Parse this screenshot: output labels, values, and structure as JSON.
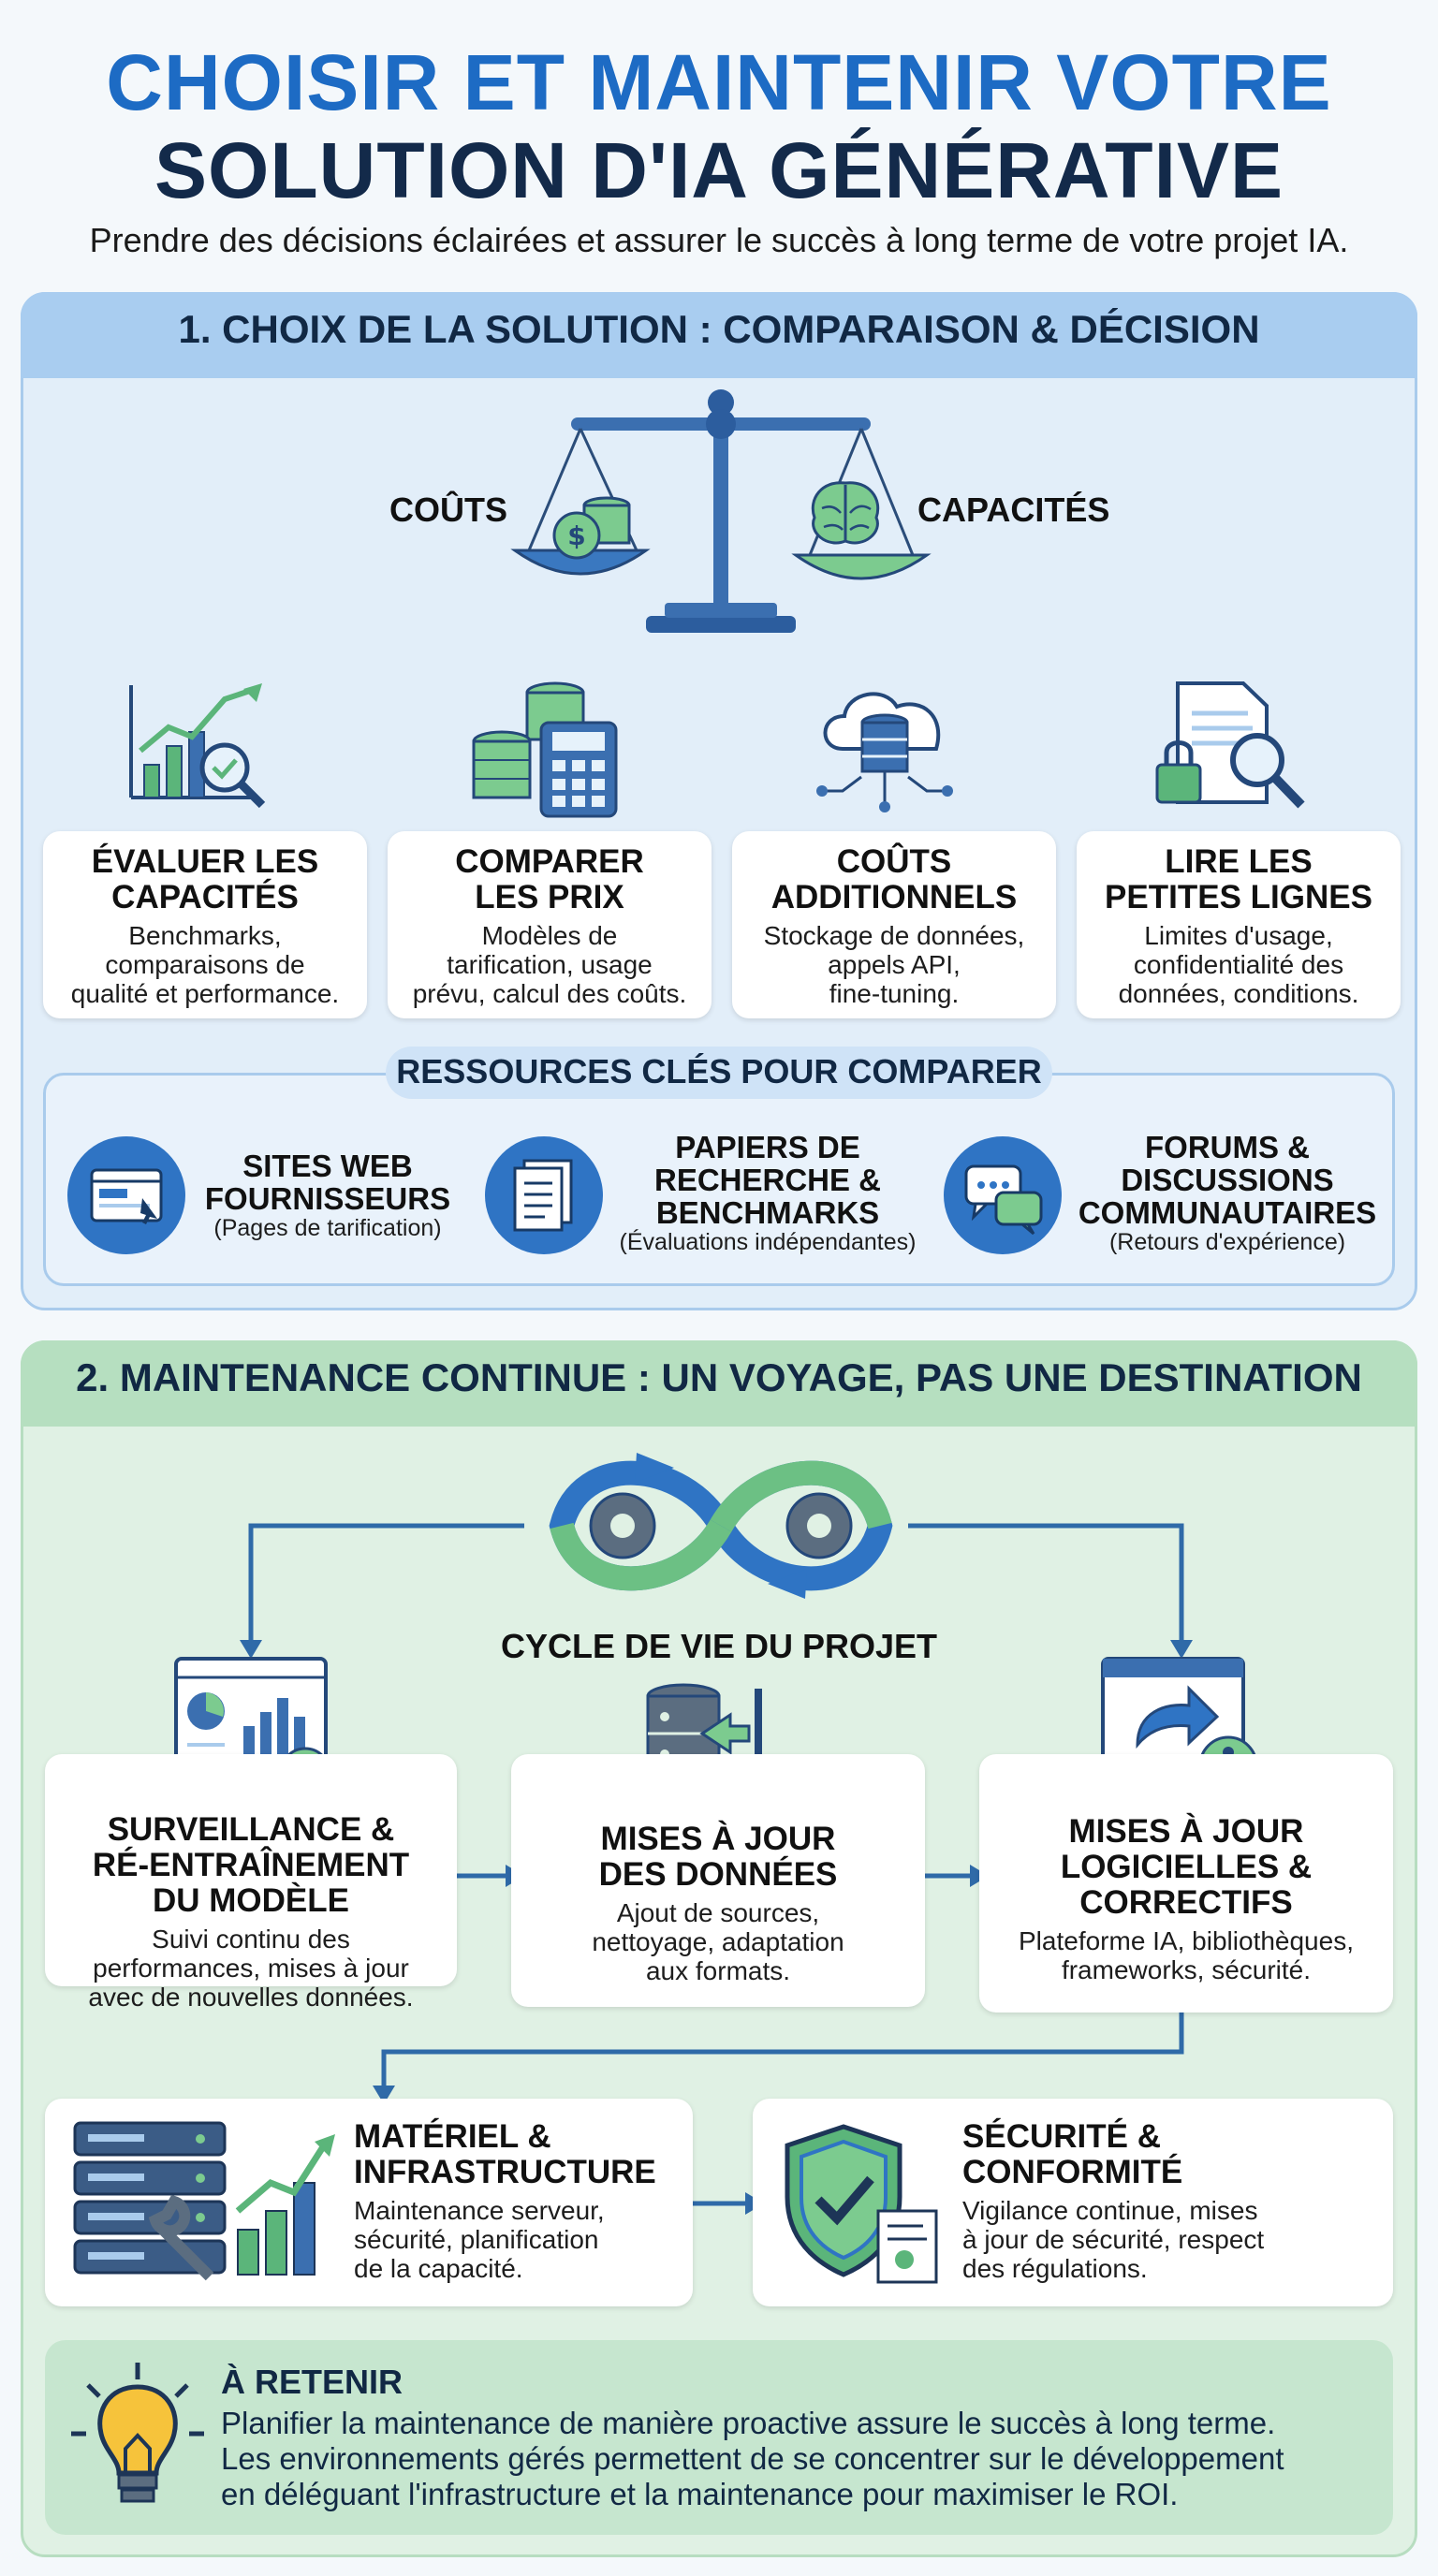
{
  "header": {
    "title_line1": "CHOISIR ET MAINTENIR VOTRE",
    "title_line2": "SOLUTION D'IA GÉNÉRATIVE",
    "subtitle": "Prendre des décisions éclairées et assurer le succès à long terme de votre projet IA."
  },
  "section1": {
    "title": "1. CHOIX DE LA SOLUTION : COMPARAISON & DÉCISION",
    "scale": {
      "left_label": "COÛTS",
      "right_label": "CAPACITÉS"
    },
    "cards": [
      {
        "title": "ÉVALUER LES\nCAPACITÉS",
        "desc": "Benchmarks,\ncomparaisons de\nqualité et performance."
      },
      {
        "title": "COMPARER\nLES PRIX",
        "desc": "Modèles de\ntarification, usage\nprévu, calcul des coûts."
      },
      {
        "title": "COÛTS\nADDITIONNELS",
        "desc": "Stockage de données,\nappels API,\nfine-tuning."
      },
      {
        "title": "LIRE LES\nPETITES LIGNES",
        "desc": "Limites d'usage,\nconfidentialité des\ndonnées, conditions."
      }
    ],
    "resources": {
      "title": "RESSOURCES CLÉS POUR COMPARER",
      "items": [
        {
          "title": "SITES WEB\nFOURNISSEURS",
          "sub": "(Pages de tarification)"
        },
        {
          "title": "PAPIERS DE\nRECHERCHE &\nBENCHMARKS",
          "sub": "(Évaluations indépendantes)"
        },
        {
          "title": "FORUMS &\nDISCUSSIONS\nCOMMUNAUTAIRES",
          "sub": "(Retours d'expérience)"
        }
      ]
    }
  },
  "section2": {
    "title": "2. MAINTENANCE CONTINUE : UN VOYAGE, PAS UNE DESTINATION",
    "cycle_label": "CYCLE DE VIE DU PROJET",
    "cards": [
      {
        "title": "SURVEILLANCE &\nRÉ-ENTRAÎNEMENT\nDU MODÈLE",
        "desc": "Suivi continu des\nperformances, mises à jour\navec de nouvelles données."
      },
      {
        "title": "MISES À JOUR\nDES DONNÉES",
        "desc": "Ajout de sources,\nnettoyage, adaptation\naux formats."
      },
      {
        "title": "MISES À JOUR\nLOGICIELLES &\nCORRECTIFS",
        "desc": "Plateforme IA, bibliothèques,\nframeworks, sécurité."
      },
      {
        "title": "MATÉRIEL &\nINFRASTRUCTURE",
        "desc": "Maintenance serveur,\nsécurité, planification\nde la capacité."
      },
      {
        "title": "SÉCURITÉ &\nCONFORMITÉ",
        "desc": "Vigilance continue, mises\nà jour de sécurité, respect\ndes régulations."
      }
    ],
    "takeaway": {
      "title": "À RETENIR",
      "text": "Planifier la maintenance de manière proactive assure le succès à long terme.\nLes environnements gérés permettent de se concentrer sur le développement\nen déléguant l'infrastructure et la maintenance pour maximiser le ROI."
    }
  },
  "colors": {
    "blue": "#1d6bc4",
    "navy": "#132a4a",
    "green": "#5bb57a",
    "light_blue_bg": "#e2eef9",
    "light_green_bg": "#e0f1e4"
  },
  "icons": [
    "scale-icon",
    "coins-icon",
    "brain-icon",
    "chart-magnifier-icon",
    "calculator-coins-icon",
    "cloud-database-icon",
    "document-lock-icon",
    "browser-icon",
    "paper-icon",
    "chat-icon",
    "infinity-gears-icon",
    "dashboard-icon",
    "database-broom-icon",
    "browser-bug-icon",
    "server-wrench-icon",
    "shield-check-icon",
    "lightbulb-icon"
  ]
}
